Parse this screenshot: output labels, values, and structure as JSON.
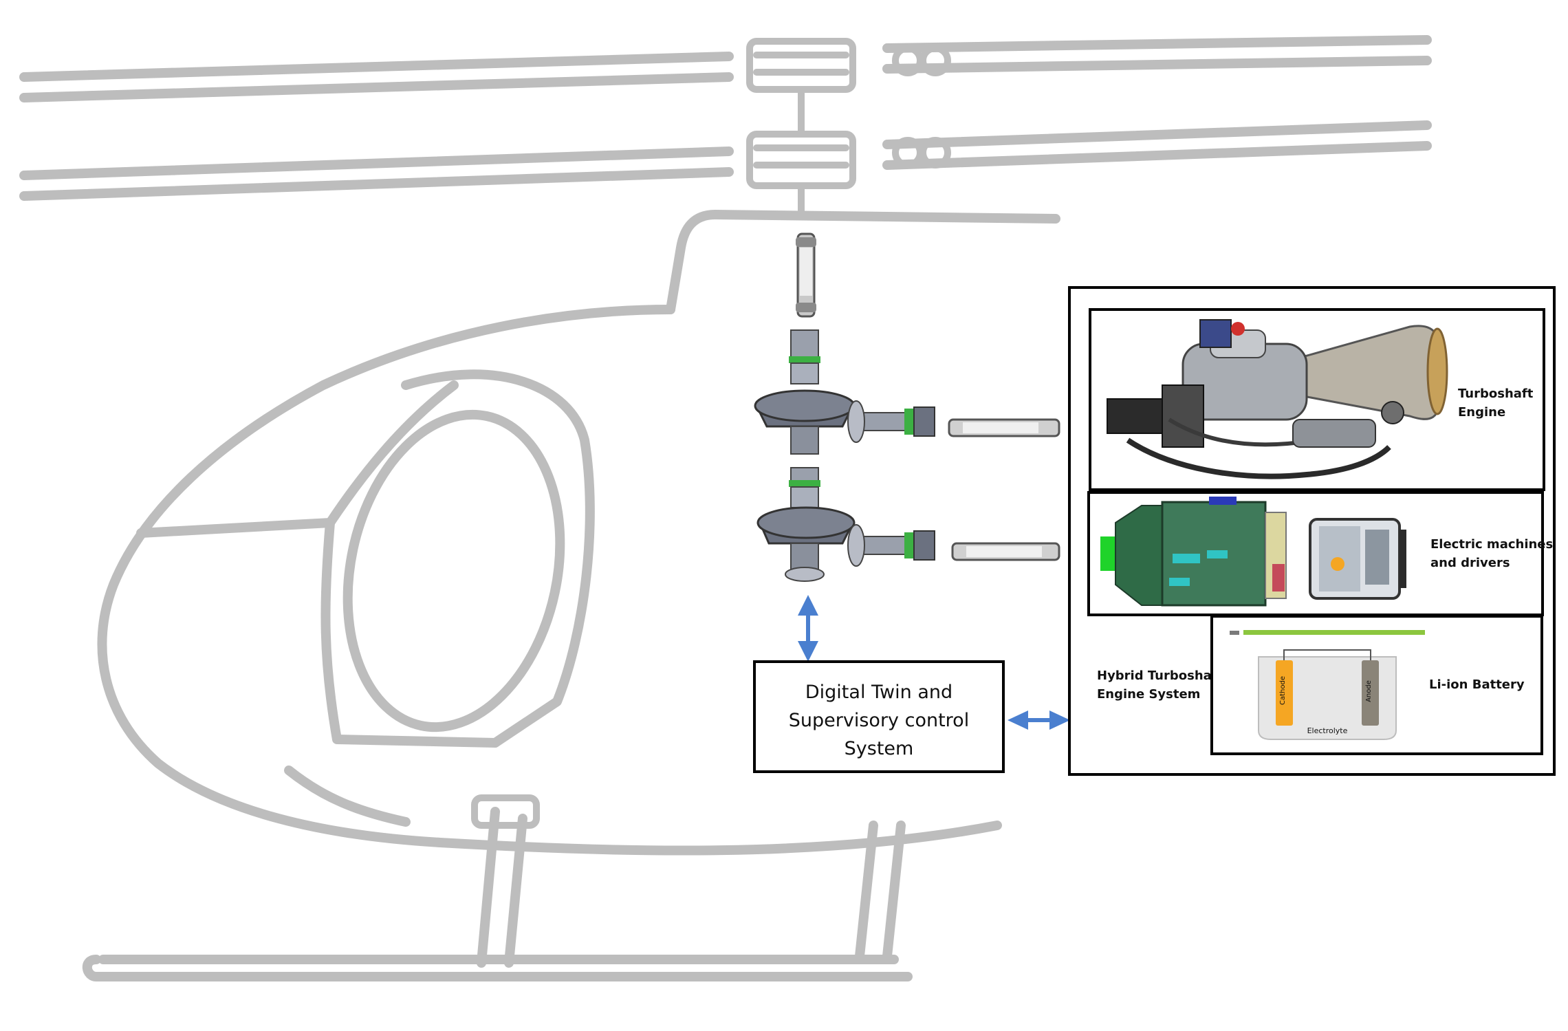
{
  "supervisory_box": {
    "line1": "Digital Twin and",
    "line2": "Supervisory control",
    "line3": "System"
  },
  "hybrid_system": {
    "label_line1": "Hybrid Turboshaft",
    "label_line2": "Engine System",
    "turboshaft": {
      "line1": "Turboshaft",
      "line2": "Engine"
    },
    "electric": {
      "line1": "Electric machines",
      "line2": "and drivers"
    },
    "battery": {
      "label": "Li-ion Battery",
      "cathode": "Cathode",
      "anode": "Anode",
      "electrolyte": "Electrolyte"
    }
  },
  "colors": {
    "helicopter_outline": "#bdbdbd",
    "arrow": "#4a7fcf",
    "box_border": "#000000",
    "cathode": "#f5a623",
    "anode": "#8a8478",
    "battery_bar": "#8cc63f",
    "gear": "#6b7180",
    "shaft_green": "#3cb043"
  }
}
